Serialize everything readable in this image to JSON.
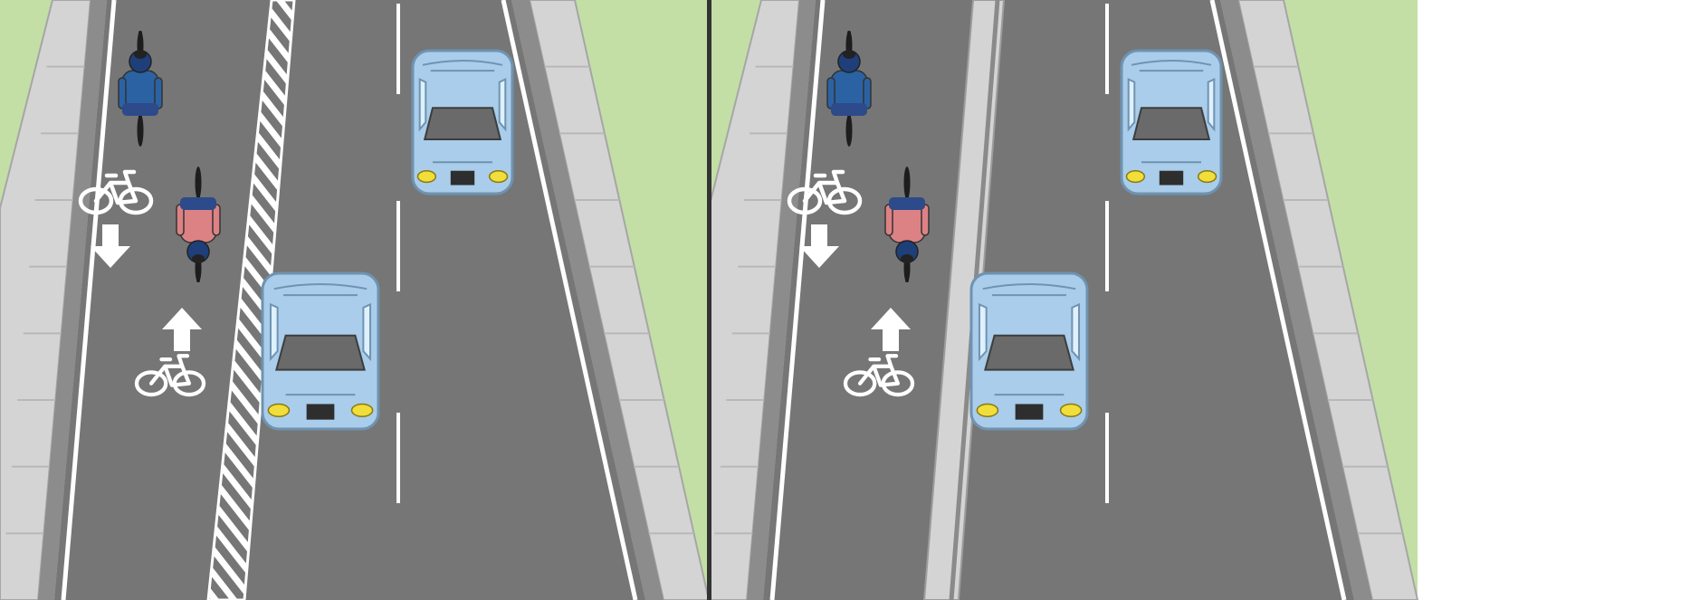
{
  "panels": [
    {
      "id": "left",
      "separator": "hatched-buffer",
      "lane_arrows": [
        "down",
        "up"
      ],
      "bike_symbols": 2,
      "cyclists": [
        {
          "shirt": "blue",
          "direction": "down"
        },
        {
          "shirt": "pink",
          "direction": "up"
        }
      ],
      "cars": 2
    },
    {
      "id": "right",
      "separator": "raised-median",
      "lane_arrows": [
        "down",
        "up"
      ],
      "bike_symbols": 2,
      "cyclists": [
        {
          "shirt": "blue",
          "direction": "down"
        },
        {
          "shirt": "pink",
          "direction": "up"
        }
      ],
      "cars": 2
    }
  ],
  "colors": {
    "grass": "#c3dfa5",
    "sidewalk": "#d4d4d4",
    "curb": "#8c8c8c",
    "asphalt": "#767676",
    "lane_marking": "#ffffff",
    "car_body": "#a9cdea",
    "car_outline": "#6f93b0",
    "windshield": "#6a6a6a",
    "headlight": "#f2de3a",
    "cyclist_blue": "#2b62a3",
    "cyclist_pink": "#dc8284",
    "panel_divider": "#333333"
  },
  "icons": [
    "bicycle-icon",
    "arrow-down-icon",
    "arrow-up-icon",
    "car-icon",
    "cyclist-icon"
  ]
}
